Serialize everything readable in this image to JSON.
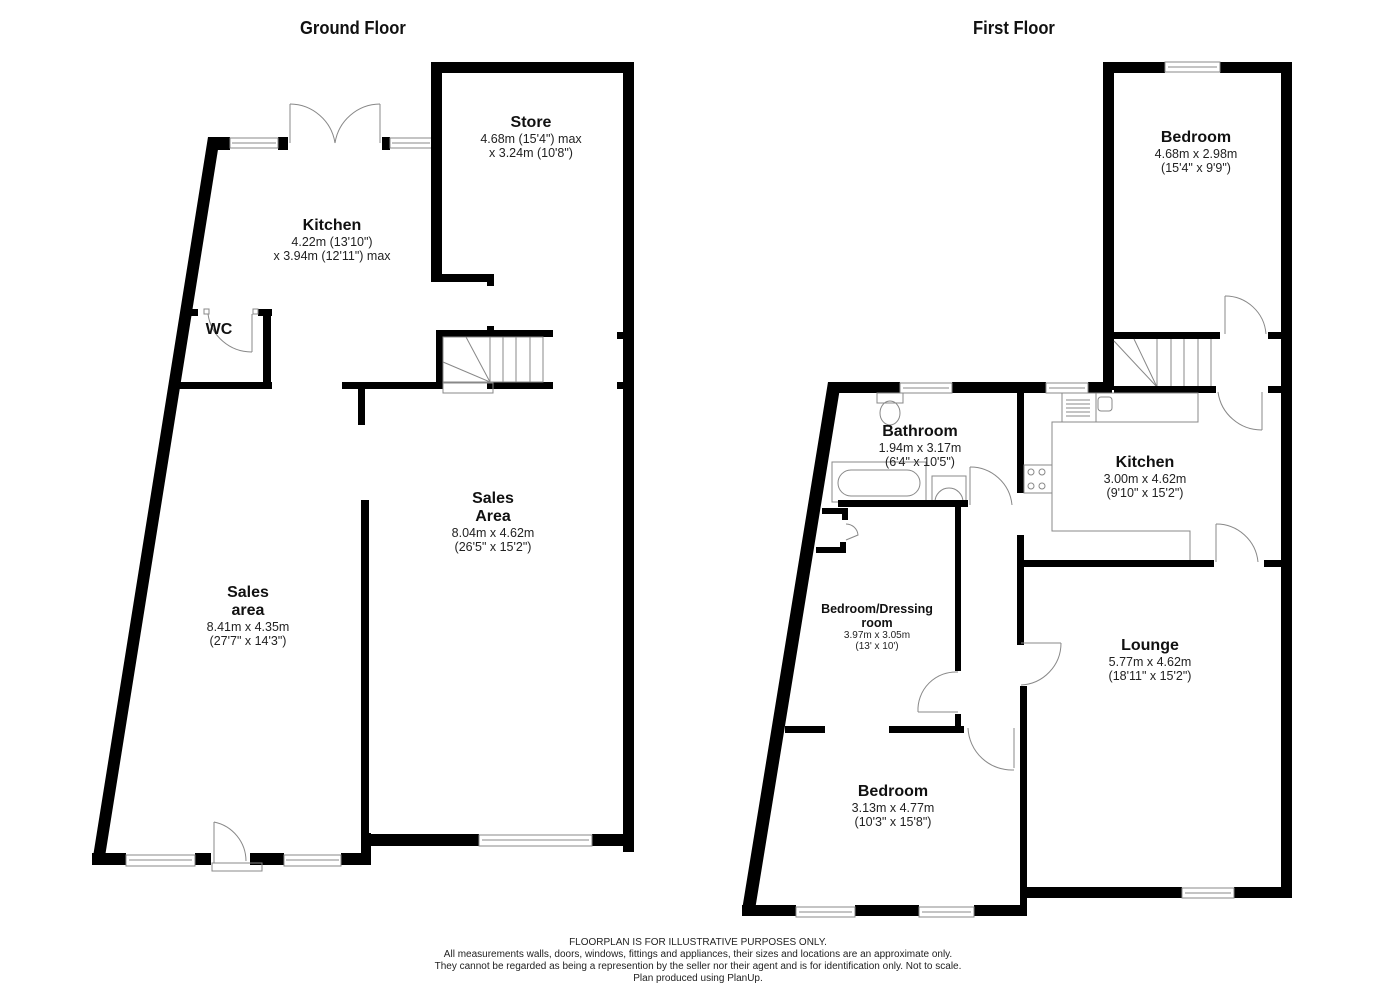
{
  "floors": {
    "ground": {
      "title": "Ground Floor",
      "rooms": [
        {
          "name": "Store",
          "dims_line1": "4.68m (15'4\") max",
          "dims_line2": "x 3.24m (10'8\")"
        },
        {
          "name": "Kitchen",
          "dims_line1": "4.22m (13'10\")",
          "dims_line2": "x 3.94m (12'11\") max"
        },
        {
          "name": "WC"
        },
        {
          "name_line1": "Sales",
          "name_line2": "Area",
          "dims_line1": "8.04m x 4.62m",
          "dims_line2": "(26'5\" x 15'2\")"
        },
        {
          "name_line1": "Sales",
          "name_line2": "area",
          "dims_line1": "8.41m x 4.35m",
          "dims_line2": "(27'7\" x 14'3\")"
        }
      ]
    },
    "first": {
      "title": "First Floor",
      "rooms": [
        {
          "name": "Bedroom",
          "dims_line1": "4.68m x 2.98m",
          "dims_line2": "(15'4\" x 9'9\")"
        },
        {
          "name": "Bathroom",
          "dims_line1": "1.94m x 3.17m",
          "dims_line2": "(6'4\" x 10'5\")"
        },
        {
          "name": "Kitchen",
          "dims_line1": "3.00m x 4.62m",
          "dims_line2": "(9'10\" x 15'2\")"
        },
        {
          "name_line1": "Bedroom/Dressing",
          "name_line2": "room",
          "dims_line1": "3.97m x 3.05m",
          "dims_line2": "(13' x 10')"
        },
        {
          "name": "Lounge",
          "dims_line1": "5.77m x 4.62m",
          "dims_line2": "(18'11\" x 15'2\")"
        },
        {
          "name": "Bedroom",
          "dims_line1": "3.13m x 4.77m",
          "dims_line2": "(10'3\" x 15'8\")"
        }
      ]
    }
  },
  "disclaimer": {
    "line1": "FLOORPLAN IS FOR ILLUSTRATIVE PURPOSES ONLY.",
    "line2": "All measurements walls, doors, windows, fittings and appliances, their sizes and locations are an approximate only.",
    "line3": "They cannot be regarded as being a represention by the seller nor their agent and is for identification only. Not to scale.",
    "line4": "Plan produced using PlanUp."
  },
  "colors": {
    "wall": "#000000",
    "fixture_line": "#888888",
    "background": "#ffffff"
  }
}
